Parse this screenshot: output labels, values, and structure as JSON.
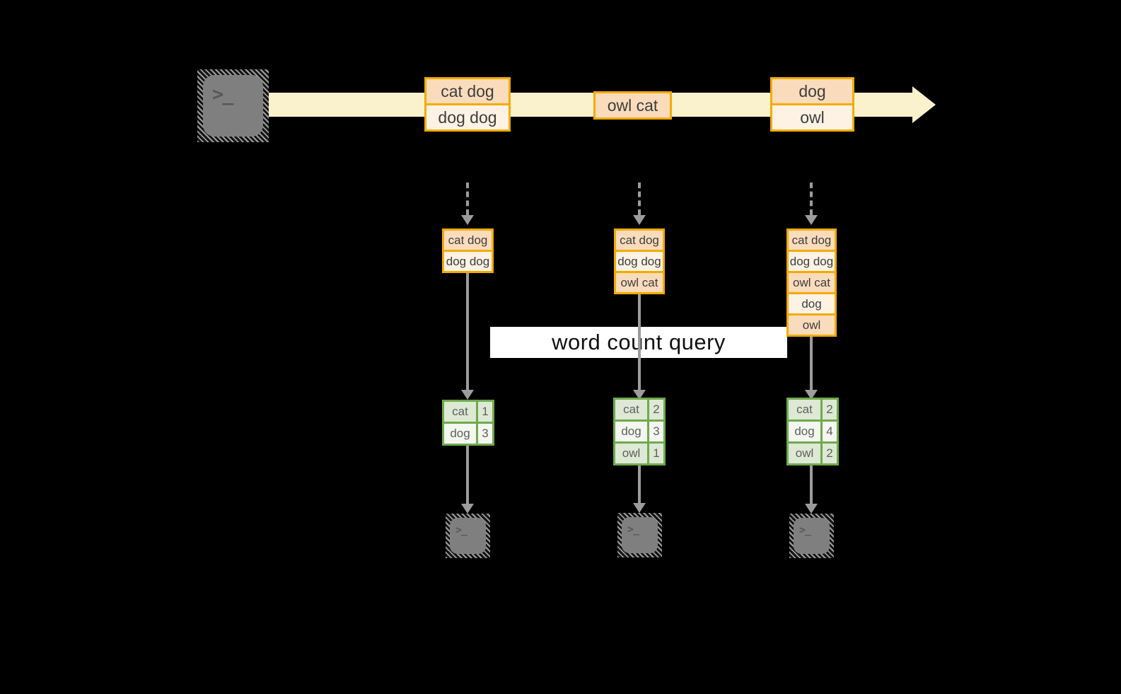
{
  "query_label": "word count query",
  "icons": {
    "terminal_glyph": ">_",
    "source_icon": "terminal-icon",
    "sink_icon": "terminal-icon"
  },
  "timeline": {
    "batches": [
      {
        "lines": [
          "cat dog",
          "dog dog"
        ]
      },
      {
        "lines": [
          "owl cat"
        ]
      },
      {
        "lines": [
          "dog",
          "owl"
        ]
      }
    ]
  },
  "columns": [
    {
      "accumulated": [
        "cat dog",
        "dog dog"
      ],
      "counts": [
        {
          "word": "cat",
          "count": 1
        },
        {
          "word": "dog",
          "count": 3
        }
      ]
    },
    {
      "accumulated": [
        "cat dog",
        "dog dog",
        "owl cat"
      ],
      "counts": [
        {
          "word": "cat",
          "count": 2
        },
        {
          "word": "dog",
          "count": 3
        },
        {
          "word": "owl",
          "count": 1
        }
      ]
    },
    {
      "accumulated": [
        "cat dog",
        "dog dog",
        "owl cat",
        "dog",
        "owl"
      ],
      "counts": [
        {
          "word": "cat",
          "count": 2
        },
        {
          "word": "dog",
          "count": 4
        },
        {
          "word": "owl",
          "count": 2
        }
      ]
    }
  ],
  "colors": {
    "background": "#000000",
    "stream_arrow": "#faf1cd",
    "message_border": "#f2ab00",
    "message_fill_dark": "#fadcbc",
    "message_fill_light": "#fdf2e4",
    "table_border": "#6faa4e",
    "table_fill_dark": "#dde9d4",
    "table_fill_light": "#f3f7f0",
    "connector": "#9c9c9c",
    "terminal": "#7f7f7f",
    "query_band": "#ffffff"
  }
}
